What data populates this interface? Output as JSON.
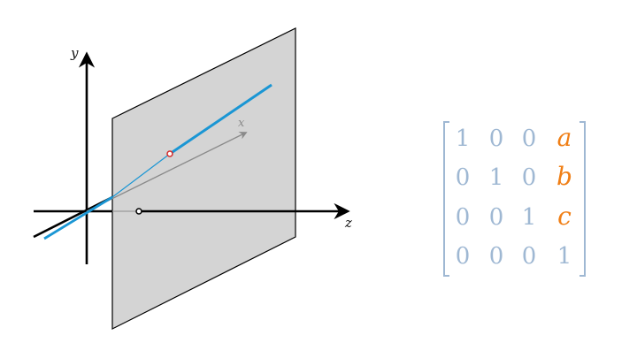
{
  "axes": {
    "y_label": "y",
    "x_label": "x",
    "z_label": "z"
  },
  "matrix": {
    "rows": [
      [
        "1",
        "0",
        "0",
        "a"
      ],
      [
        "0",
        "1",
        "0",
        "b"
      ],
      [
        "0",
        "0",
        "1",
        "c"
      ],
      [
        "0",
        "0",
        "0",
        "1"
      ]
    ],
    "number_color": "#9fb8d3",
    "variable_color": "#f07f16"
  },
  "colors": {
    "plane_fill": "#d4d4d4",
    "ray": "#1a96d4",
    "x_axis": "#8a8a8a",
    "point_red": "#d42a2a",
    "axis": "#000000"
  }
}
